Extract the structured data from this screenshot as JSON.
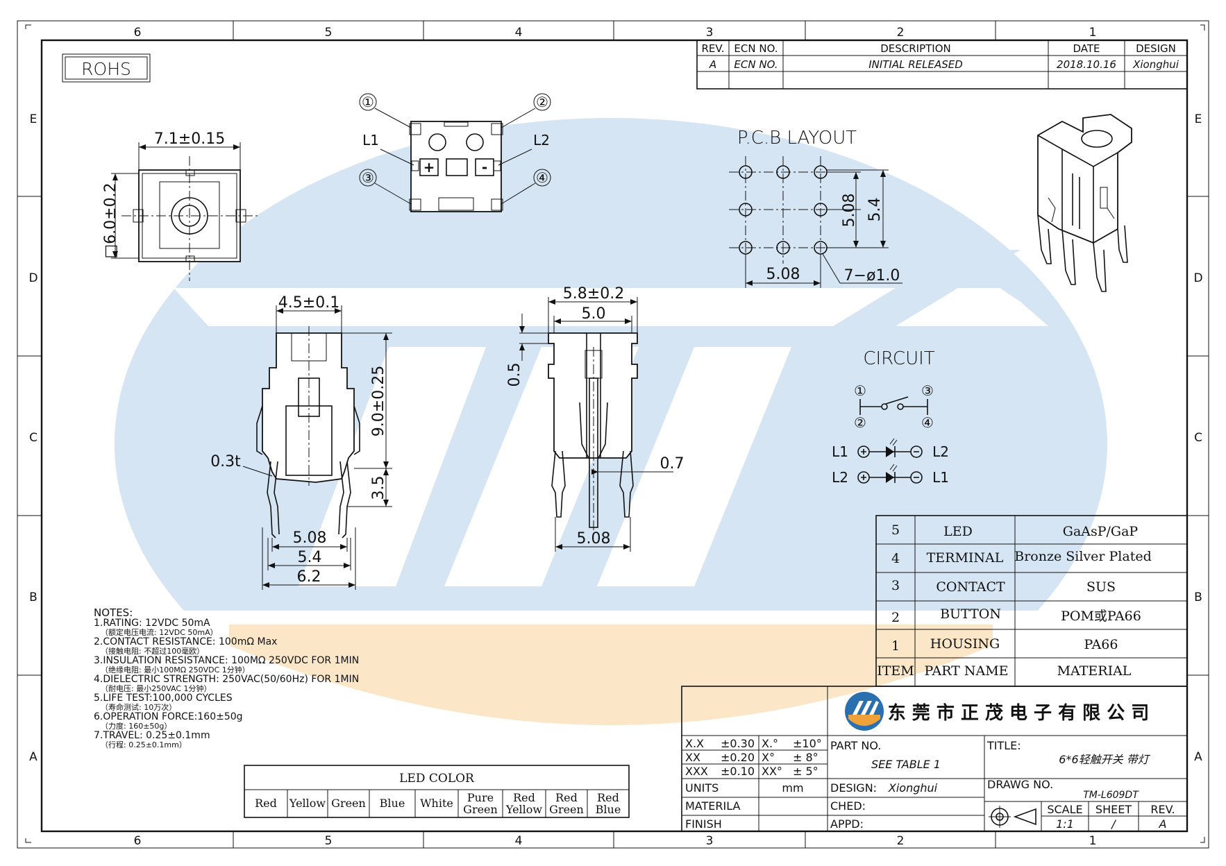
{
  "zones": {
    "columns": [
      "6",
      "5",
      "4",
      "3",
      "2",
      "1"
    ],
    "rows": [
      "E",
      "D",
      "C",
      "B",
      "A"
    ]
  },
  "rohs": "ROHS",
  "revision_table": {
    "headers": [
      "REV.",
      "ECN NO.",
      "DESCRIPTION",
      "DATE",
      "DESIGN"
    ],
    "row": [
      "A",
      "ECN NO.",
      "INITIAL RELEASED",
      "2018.10.16",
      "Xionghui"
    ]
  },
  "top_view": {
    "width_dim": "7.1±0.15",
    "height_dim": "□6.0±0.2"
  },
  "bottom_view": {
    "pins": [
      "①",
      "②",
      "③",
      "④"
    ],
    "led_left": "L1",
    "led_right": "L2",
    "plus": "+",
    "minus": "-"
  },
  "pcb_layout": {
    "title": "P.C.B LAYOUT",
    "dim_pitch": "5.08",
    "dim_vertical_inner": "5.08",
    "dim_vertical_outer": "5.4",
    "dim_holes": "7−ø1.0"
  },
  "side_view": {
    "dim_top": "4.5±0.1",
    "dim_height": "9.0±0.25",
    "dim_pin": "3.5",
    "dim_thickness": "0.3t",
    "dim_pitch": "5.08",
    "dim_mid": "5.4",
    "dim_overall": "6.2"
  },
  "front_view": {
    "dim_outer": "5.8±0.2",
    "dim_inner": "5.0",
    "dim_gap": "0.5",
    "dim_pin": "0.7",
    "dim_pitch": "5.08"
  },
  "circuit": {
    "title": "CIRCUIT",
    "switch_pins": [
      "①",
      "③",
      "②",
      "④"
    ],
    "led_rows": [
      {
        "left": "L1",
        "right": "L2"
      },
      {
        "left": "L2",
        "right": "L1"
      }
    ]
  },
  "notes": {
    "title": "NOTES:",
    "lines": [
      "1.RATING: 12VDC 50mA",
      "（额定电压电流: 12VDC 50mA）",
      "2.CONTACT RESISTANCE: 100mΩ Max",
      "（接触电阻: 不超过100毫欧）",
      "3.INSULATION RESISTANCE: 100MΩ 250VDC FOR 1MIN",
      "（绝缘电阻: 最小100MΩ 250VDC 1分钟）",
      "4.DIELECTRIC STRENGTH: 250VAC(50/60Hz) FOR 1MIN",
      "（耐电压: 最小250VAC 1分钟）",
      "5.LIFE TEST:100,000 CYCLES",
      "（寿命测试: 10万次）",
      "6.OPERATION FORCE:160±50g",
      "（力度: 160±50g）",
      "7.TRAVEL: 0.25±0.1mm",
      "（行程: 0.25±0.1mm）"
    ]
  },
  "led_color": {
    "title": "LED COLOR",
    "options": [
      [
        "Red"
      ],
      [
        "Yellow"
      ],
      [
        "Green"
      ],
      [
        "Blue"
      ],
      [
        "White"
      ],
      [
        "Pure",
        "Green"
      ],
      [
        "Red",
        "Yellow"
      ],
      [
        "Red",
        "Green"
      ],
      [
        "Red",
        "Blue"
      ]
    ]
  },
  "bom": {
    "header": [
      "ITEM",
      "PART NAME",
      "MATERIAL"
    ],
    "rows": [
      [
        "5",
        "LED",
        "GaAsP/GaP"
      ],
      [
        "4",
        "TERMINAL",
        "Bronze Silver Plated"
      ],
      [
        "3",
        "CONTACT",
        "SUS"
      ],
      [
        "2",
        "BUTTON",
        "POM或PA66"
      ],
      [
        "1",
        "HOUSING",
        "PA66"
      ]
    ]
  },
  "title_block": {
    "company": "东 莞 市 正 茂 电 子 有 限 公 司",
    "tolerances": [
      [
        "X.X",
        "±0.30",
        "X.°",
        "±10°"
      ],
      [
        "XX",
        "±0.20",
        "X°",
        "± 8°"
      ],
      [
        "XXX",
        "±0.10",
        "XX°",
        "± 5°"
      ]
    ],
    "units_label": "UNITS",
    "units_value": "mm",
    "materila_label": "MATERILA",
    "finish_label": "FINISH",
    "part_no_label": "PART NO.",
    "part_no_value": "SEE TABLE 1",
    "design_label": "DESIGN:",
    "design_value": "Xionghui",
    "ched_label": "CHED:",
    "appd_label": "APPD:",
    "title_label": "TITLE:",
    "title_value": "6*6轻触开关 带灯",
    "drawg_label": "DRAWG NO.",
    "drawg_value": "TM-L609DT",
    "scale_label": "SCALE",
    "scale_value": "1:1",
    "sheet_label": "SHEET",
    "sheet_value": "/",
    "rev_label": "REV.",
    "rev_value": "A"
  },
  "colors": {
    "watermark_blue": "#cfe0f1",
    "watermark_orange": "#fbe6c8",
    "logo_blue": "#2a6fb0",
    "logo_orange": "#f0a23a"
  }
}
